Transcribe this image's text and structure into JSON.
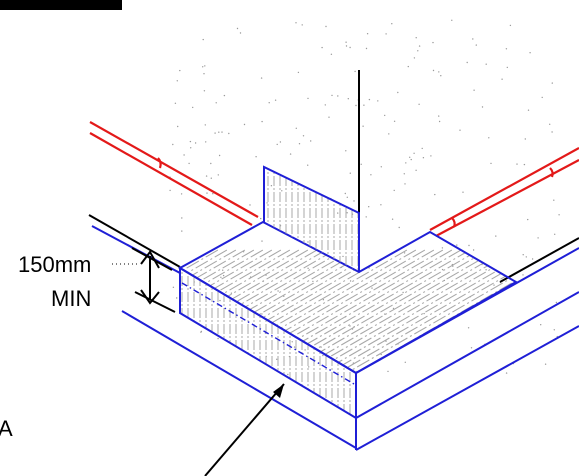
{
  "labels": {
    "height_value": "150mm",
    "height_qualifier": "MIN",
    "edge_letter": "A"
  },
  "colors": {
    "membrane_line": "#1f1fd6",
    "dpc_line": "#e31919",
    "leader_line": "#000000"
  }
}
